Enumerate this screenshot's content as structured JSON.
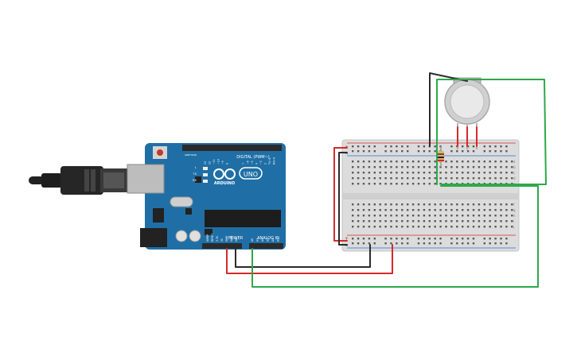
{
  "board": {
    "digital_label": "DIGITAL (PWM~)",
    "brand_label": "ARDUINO",
    "model_label": "UNO",
    "power_label": "POWER",
    "analog_label": "ANALOG IN",
    "led_tx": "TX",
    "led_rx": "RX",
    "led_l": "L",
    "aref_label": "AREF",
    "gnd_label": "GND",
    "power_pins": [
      "IOREF",
      "RESET",
      "3.3V",
      "5V",
      "GND",
      "GND",
      "Vin"
    ],
    "analog_pins": [
      "A0",
      "A1",
      "A2",
      "A3",
      "A4",
      "A5"
    ],
    "digital_pins_left": [
      "13",
      "12",
      "~11",
      "~10",
      "~9",
      "8"
    ],
    "digital_pins_right": [
      "7",
      "~6",
      "~5",
      "4",
      "~3",
      "2",
      "TX→1",
      "RX←0"
    ]
  },
  "breadboard": {
    "rail_plus": "+",
    "rail_minus": "−",
    "row_letters_top": [
      "a",
      "b",
      "c",
      "d",
      "e"
    ],
    "row_letters_bottom": [
      "f",
      "g",
      "h",
      "i",
      "j"
    ]
  },
  "colors": {
    "board": "#1f6fa6",
    "board_dark": "#155a8a",
    "wire_red": "#d42a2a",
    "wire_black": "#2b2b2b",
    "wire_green": "#2ea84a",
    "breadboard": "#dcdcdc",
    "sensor": "#c9c9c9"
  }
}
